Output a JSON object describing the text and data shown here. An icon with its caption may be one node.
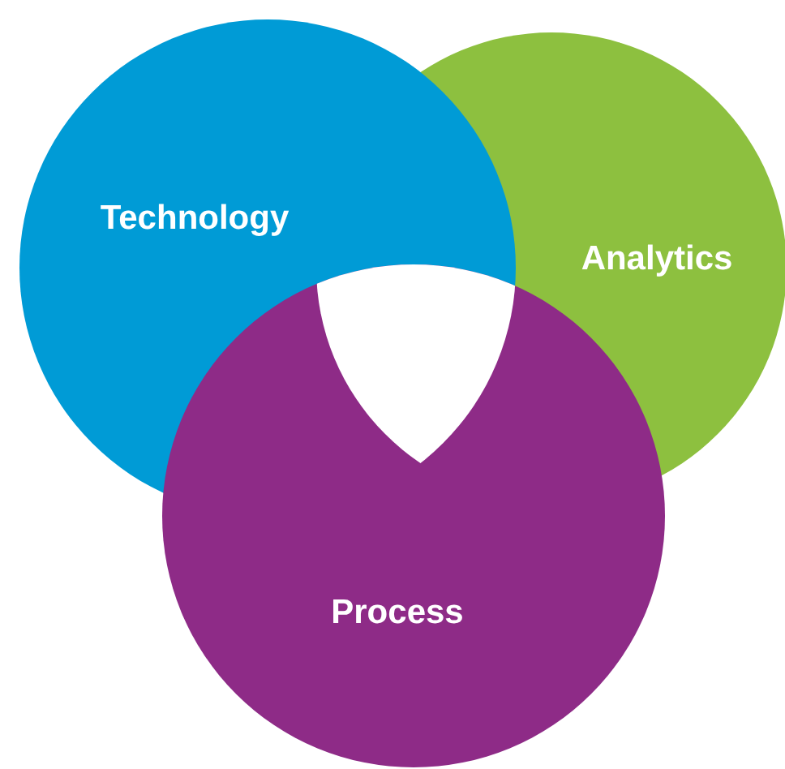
{
  "diagram": {
    "nodes": [
      {
        "text": [
          "Technology"
        ]
      },
      {
        "text": [
          "Analytics"
        ]
      },
      {
        "text": [
          "Process"
        ]
      }
    ]
  }
}
